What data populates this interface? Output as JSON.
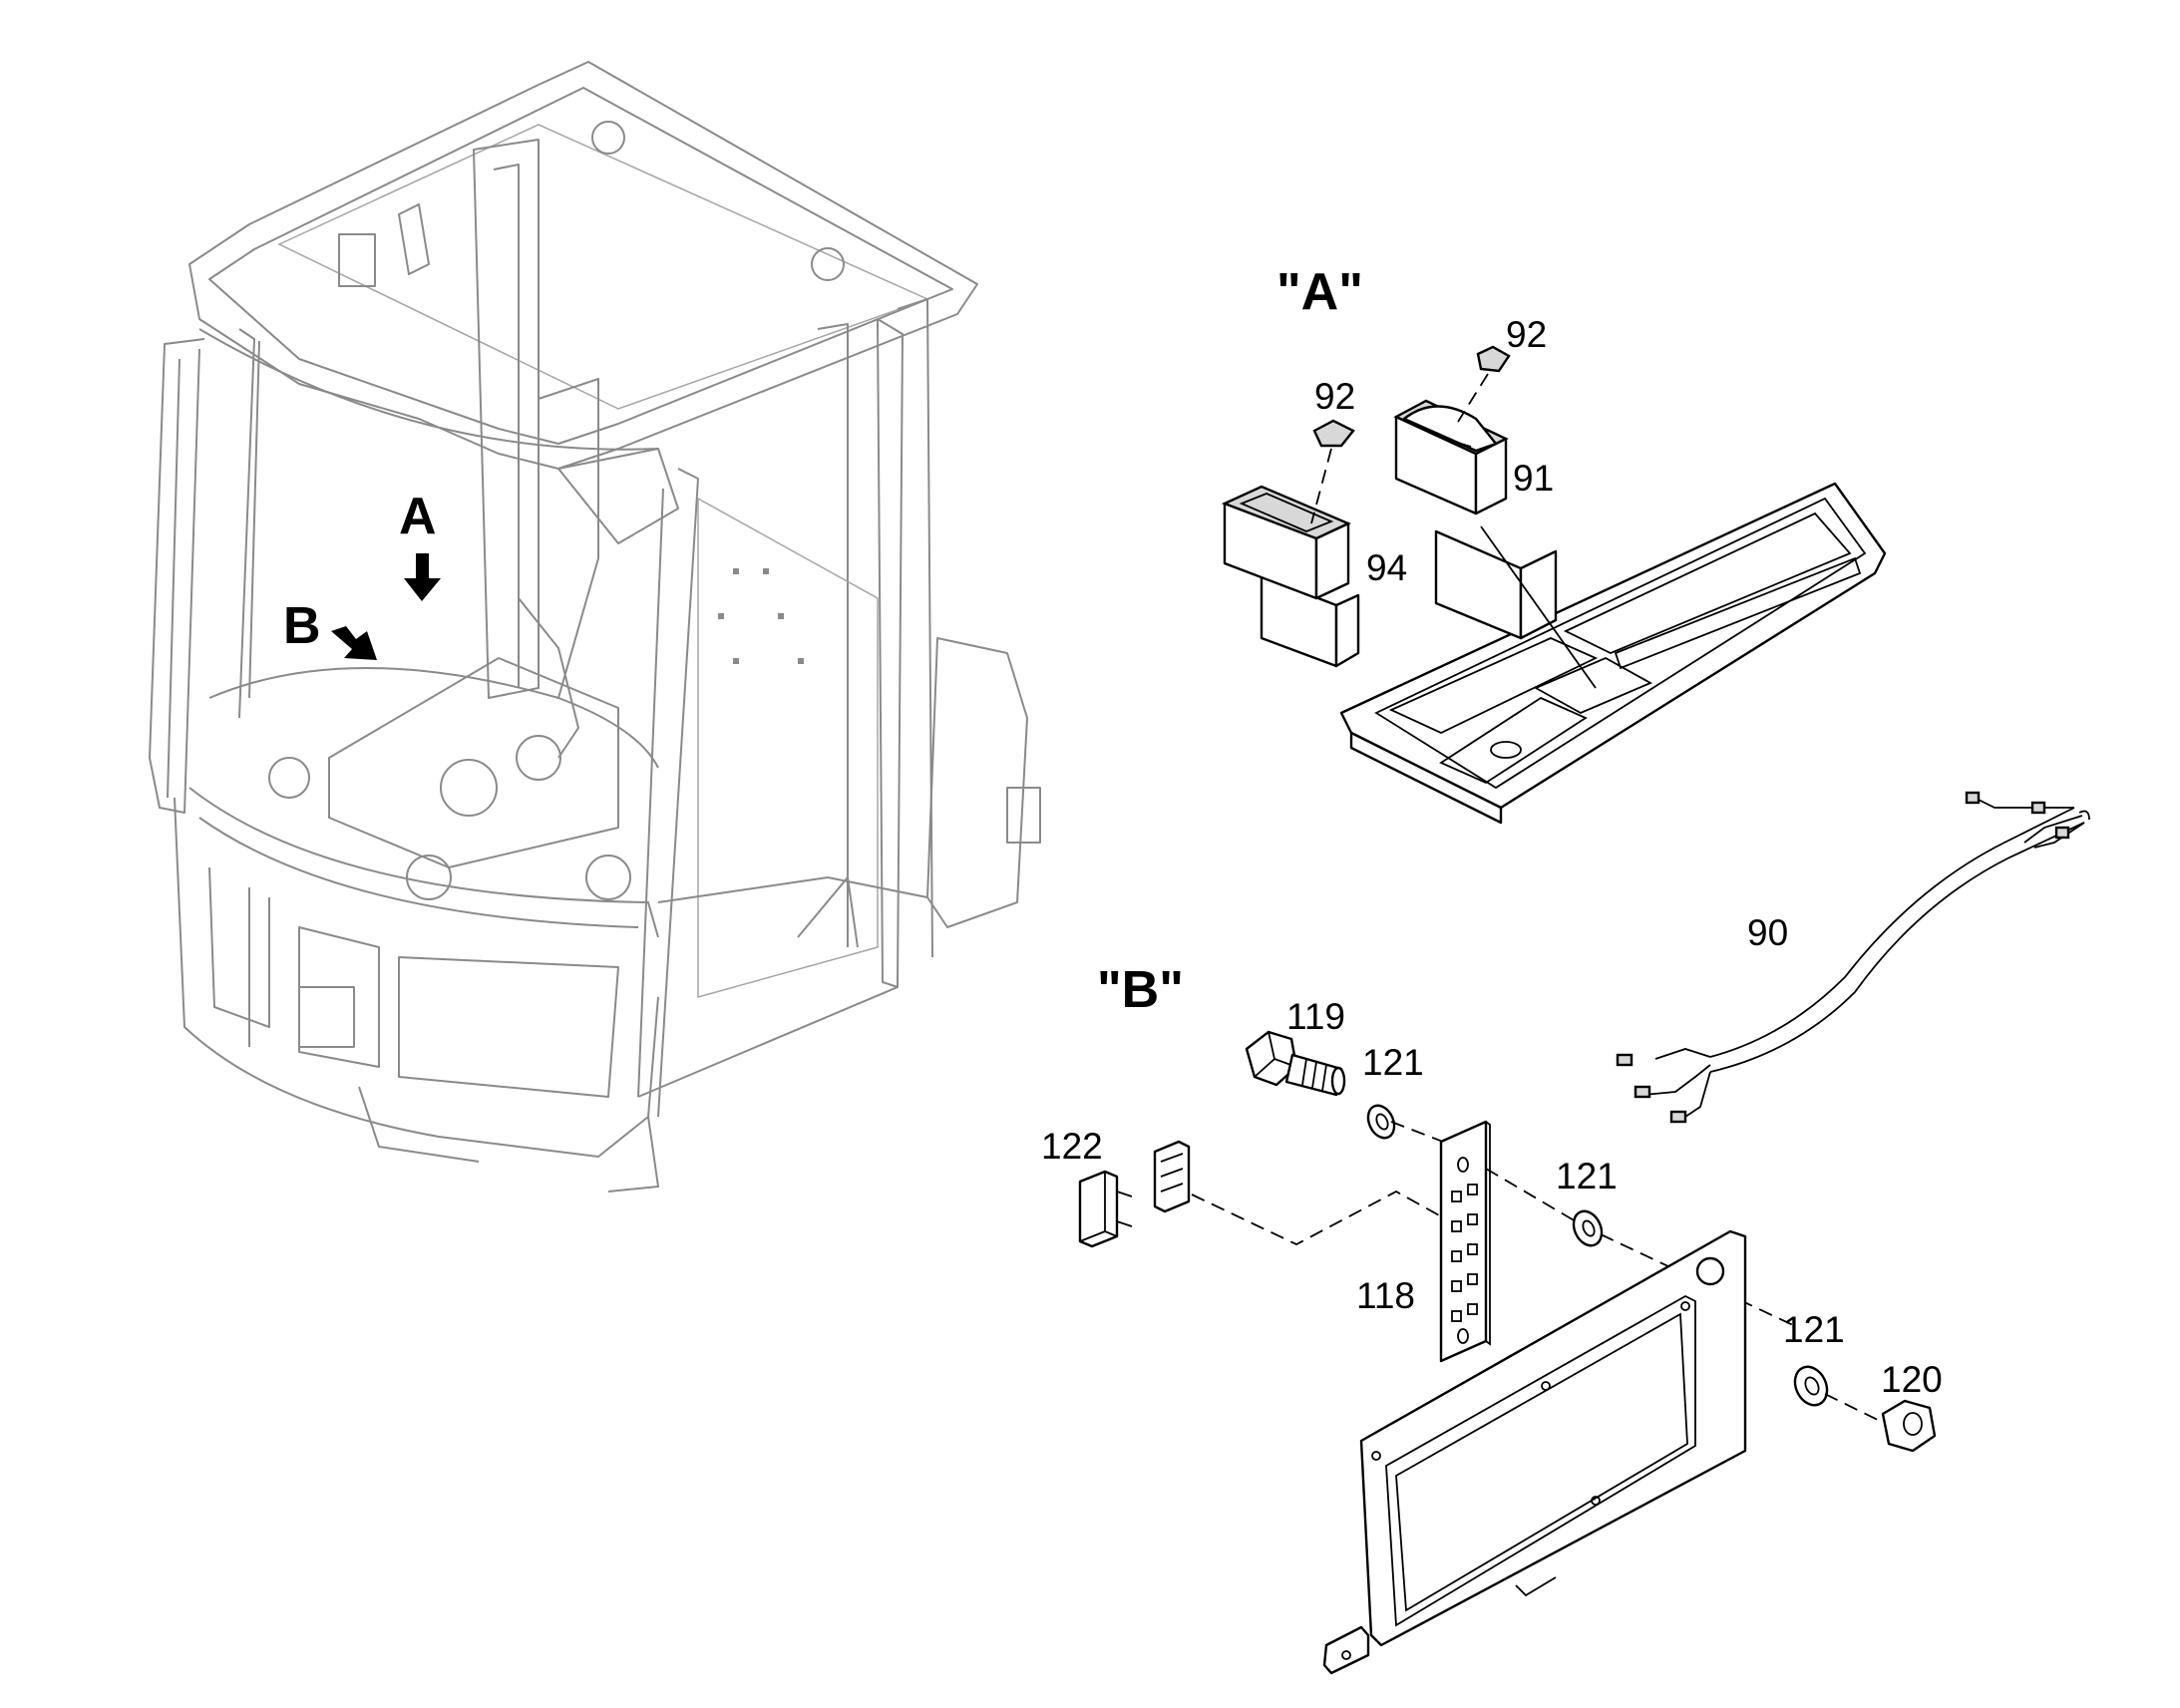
{
  "view_markers": {
    "a": "A",
    "b": "B"
  },
  "detail_titles": {
    "a": "\"A\"",
    "b": "\"B\""
  },
  "callouts": {
    "p92_left": "92",
    "p92_right": "92",
    "p91": "91",
    "p94": "94",
    "p90": "90",
    "p119": "119",
    "p121_top": "121",
    "p121_mid": "121",
    "p121_low": "121",
    "p122": "122",
    "p118": "118",
    "p120": "120"
  }
}
